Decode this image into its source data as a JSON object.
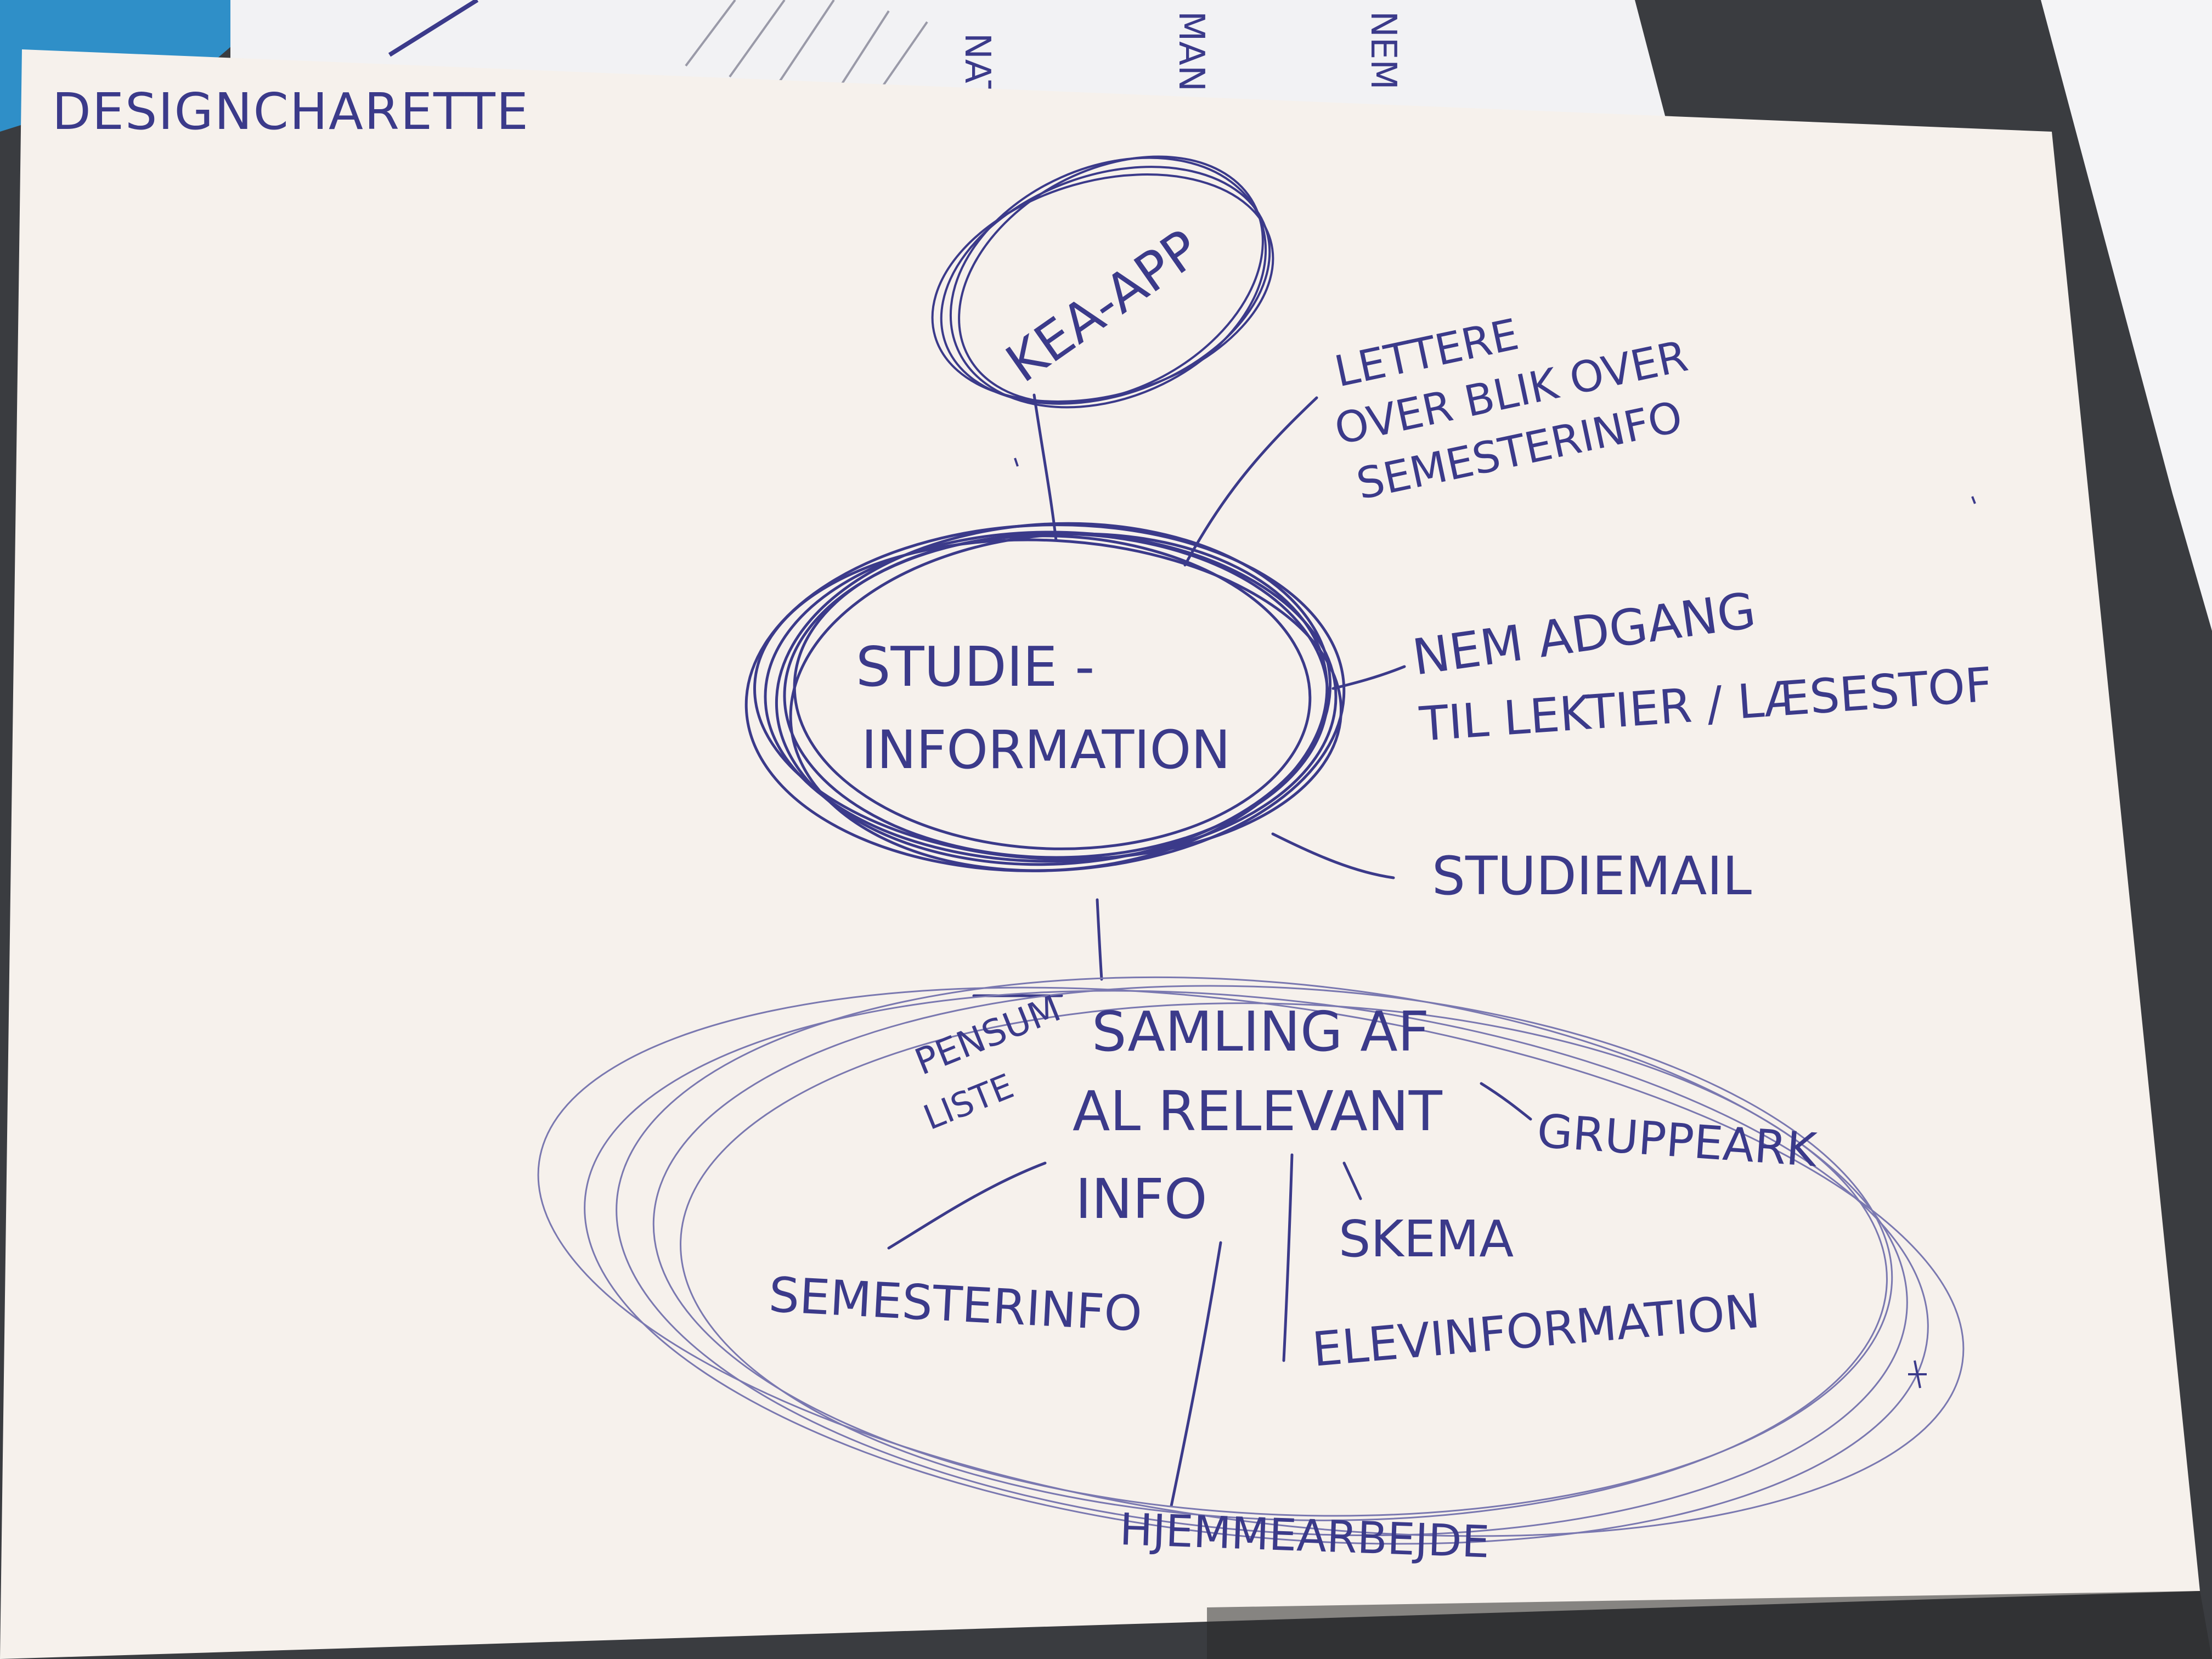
{
  "sheet": {
    "title": "DESIGNCHARETTE",
    "ink_color": "#3b3a8a",
    "paper_color": "#f6f1ec"
  },
  "background_sheet": {
    "fragments": [
      "NAT",
      "MAN",
      "NEM"
    ]
  },
  "nodes": {
    "top": {
      "label": "KEA-APP"
    },
    "center": {
      "lines": [
        "STUDIE -",
        "INFORMATION"
      ]
    },
    "bottom": {
      "lines": [
        "SAMLING AF",
        "AL RELEVANT",
        "INFO"
      ]
    }
  },
  "annotations": {
    "overblik": [
      "LETTERE",
      "OVER BLIK OVER",
      "SEMESTERINFO"
    ],
    "adgang": [
      "NEM ADGANG",
      "TIL LEKTIER / LÆSESTOF"
    ],
    "studiemail": "STUDIEMAIL",
    "pensumliste": [
      "PENSUM",
      "LISTE"
    ],
    "gruppeark": "GRUPPEARK",
    "skema": "SKEMA",
    "elevinformation": "ELEVINFORMATION",
    "semesterinfo": "SEMESTERINFO",
    "hjemmearbejde": "HJEMMEARBEJDE"
  }
}
